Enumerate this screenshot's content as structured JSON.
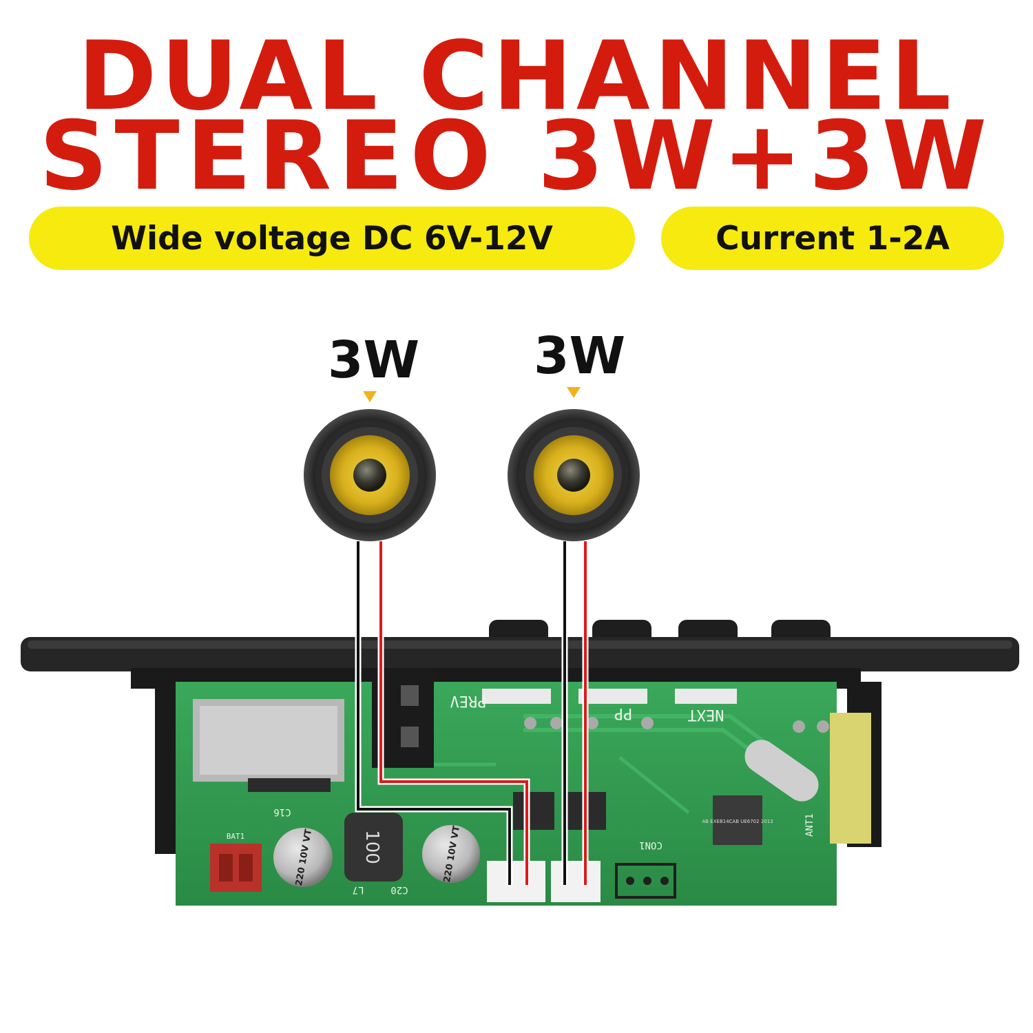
{
  "headline": {
    "line1": "DUAL CHANNEL",
    "line2": "STEREO 3W+3W"
  },
  "specs": {
    "voltage": "Wide voltage DC 6V-12V",
    "current": "Current 1-2A"
  },
  "speakers": [
    {
      "power": "3W"
    },
    {
      "power": "3W"
    }
  ],
  "board_labels": {
    "prev": "PREV",
    "next": "NEXT",
    "pp": "PP",
    "cap1": "220 10V VT",
    "cap2": "220 10V VT",
    "inductor": "100",
    "chip": "AB EXEB14CAB UE6702 2013",
    "ant": "ANT1",
    "bat": "BAT1",
    "c16": "C16",
    "c20": "C20",
    "l7": "L7",
    "con1": "CON1"
  },
  "colors": {
    "headline": "#d41c0e",
    "pill": "#f6ea0f",
    "pcb": "#2f9b4f",
    "wire_red": "#e01919",
    "wire_black": "#111111",
    "speaker_cone": "#d9b31f"
  },
  "icons": [
    "arrow-down-icon",
    "speaker-icon"
  ]
}
